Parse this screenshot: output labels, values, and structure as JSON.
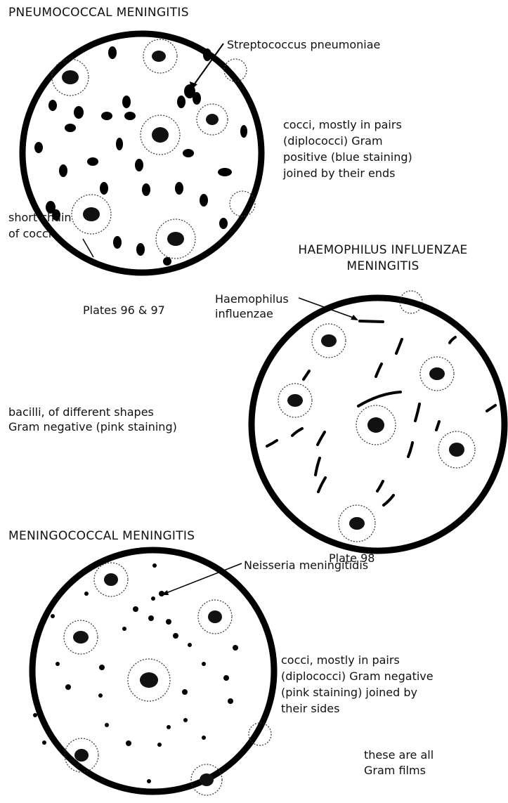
{
  "pneumococcal": {
    "title": "PNEUMOCOCCAL MENINGITIS",
    "organism": "Streptococcus pneumoniae",
    "description": [
      "cocci, mostly in pairs",
      "(diplococci) Gram",
      "positive (blue staining)",
      "joined by their ends"
    ],
    "chain_label": [
      "short chain",
      "of cocci"
    ],
    "plates": "Plates 96 & 97"
  },
  "haemophilus": {
    "title": [
      "HAEMOPHILUS INFLUENZAE",
      "MENINGITIS"
    ],
    "organism": [
      "Haemophilus",
      "influenzae"
    ],
    "description": [
      "bacilli, of different shapes",
      "Gram negative (pink staining)"
    ],
    "plate": "Plate 98"
  },
  "meningococcal": {
    "title": "MENINGOCOCCAL MENINGITIS",
    "organism": "Neisseria meningitidis",
    "description": [
      "cocci, mostly in pairs",
      "(diplococci) Gram negative",
      "(pink staining) joined by",
      "their sides"
    ]
  },
  "footnote": [
    "these are all",
    "Gram films"
  ]
}
